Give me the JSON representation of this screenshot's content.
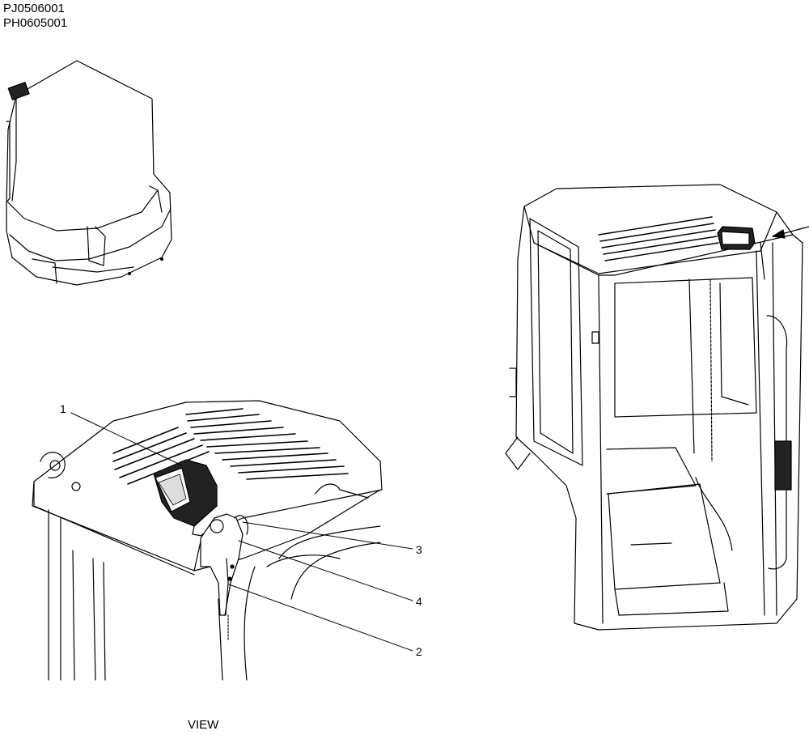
{
  "header": {
    "codes": [
      "PJ0506001",
      "PH0605001"
    ]
  },
  "callouts": [
    "1",
    "3",
    "4",
    "2"
  ],
  "footer": {
    "view_label": "VIEW"
  }
}
